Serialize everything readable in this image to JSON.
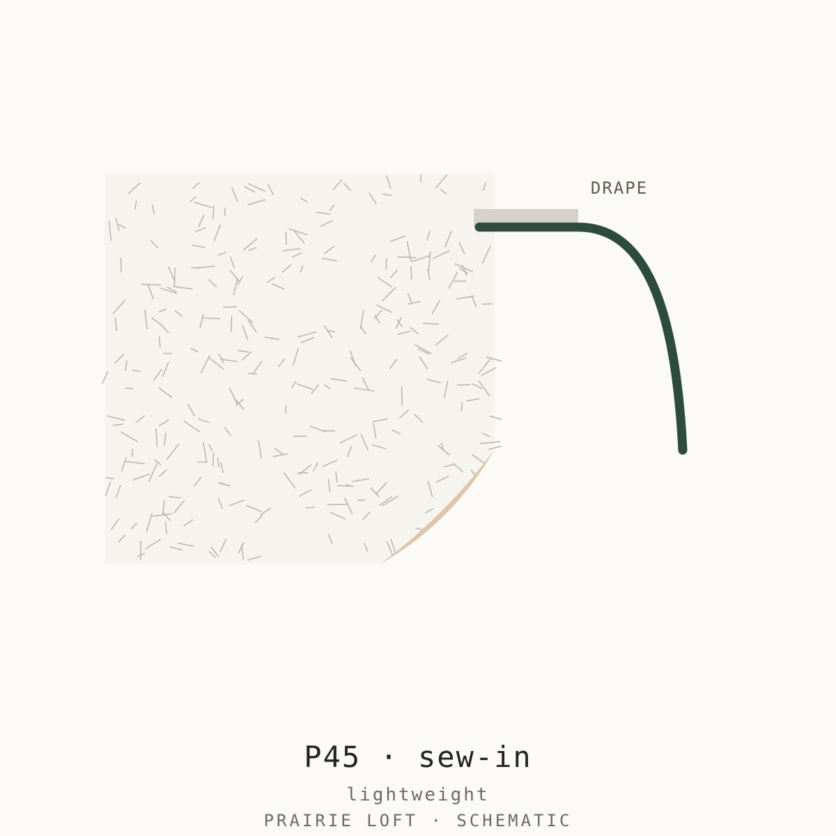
{
  "diagram": {
    "drape_label": "DRAPE",
    "colors": {
      "background": "#fbfaf7",
      "swatch_fill": "#f6f4ef",
      "fiber_stroke": "#bdb8b0",
      "curl_fill": "#dcc7aa",
      "clamp_fill": "#d5d2cc",
      "drape_stroke": "#2d4b3f"
    }
  },
  "caption": {
    "title": "P45 · sew-in",
    "subtitle": "lightweight",
    "footer": "PRAIRIE LOFT · SCHEMATIC"
  }
}
